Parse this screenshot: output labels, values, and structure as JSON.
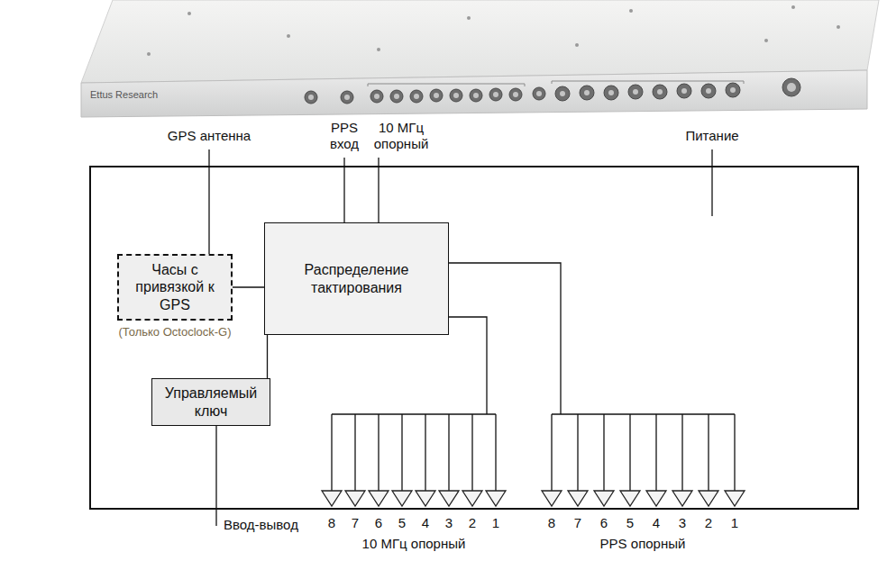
{
  "diagram": {
    "nodes": [
      {
        "text": [
          "Часы с привязкой к GPS"
        ]
      },
      {
        "text": [
          "Распределение тактирования"
        ]
      },
      {
        "text": [
          "Управляемый ключ"
        ]
      }
    ],
    "edges": [
      {
        "from": 0,
        "to": 1,
        "arrow": "none"
      },
      {
        "from": 1,
        "to": 2,
        "arrow": "none"
      }
    ],
    "labels": [
      "Ettus Research",
      "GPS антенна",
      "PPS вход",
      "10 МГц опорный",
      "Питание",
      "(Только Octoclock-G)",
      "Ввод-вывод",
      "8",
      "7",
      "6",
      "5",
      "4",
      "3",
      "2",
      "1",
      "10 МГц опорный",
      "8",
      "7",
      "6",
      "5",
      "4",
      "3",
      "2",
      "1",
      "PPS опорный"
    ]
  }
}
